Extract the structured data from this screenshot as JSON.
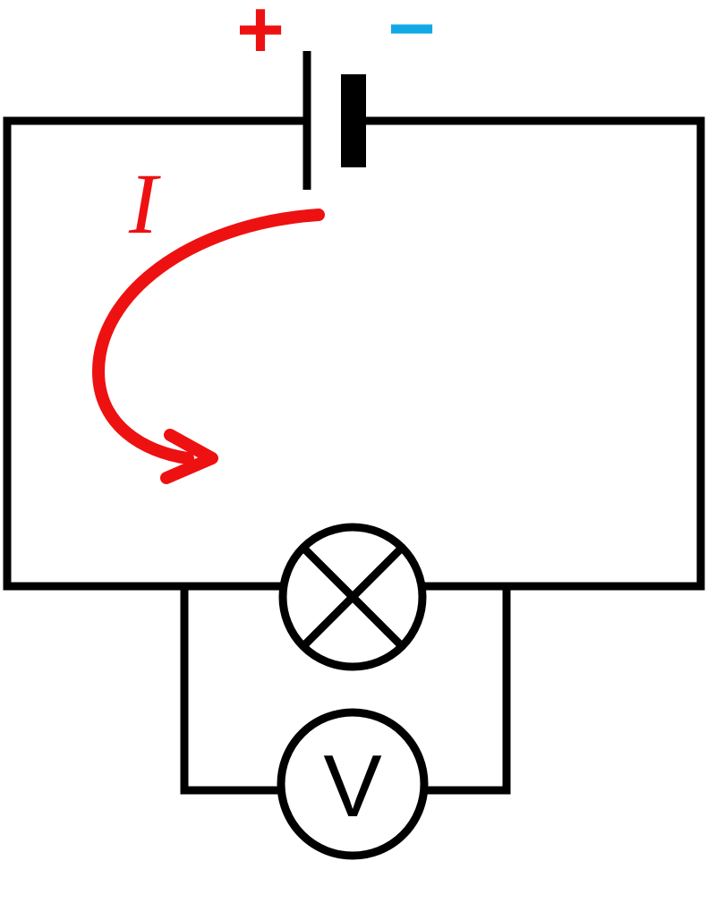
{
  "diagram": {
    "battery": {
      "positive_symbol": "+",
      "negative_symbol": "−",
      "positive_color": "#ee1111",
      "negative_color": "#11a8e6"
    },
    "current": {
      "label": "I",
      "color": "#ee1111"
    },
    "lamp": {
      "symbol": "circle-with-cross"
    },
    "voltmeter": {
      "label": "V"
    },
    "wire_color": "#000000"
  }
}
